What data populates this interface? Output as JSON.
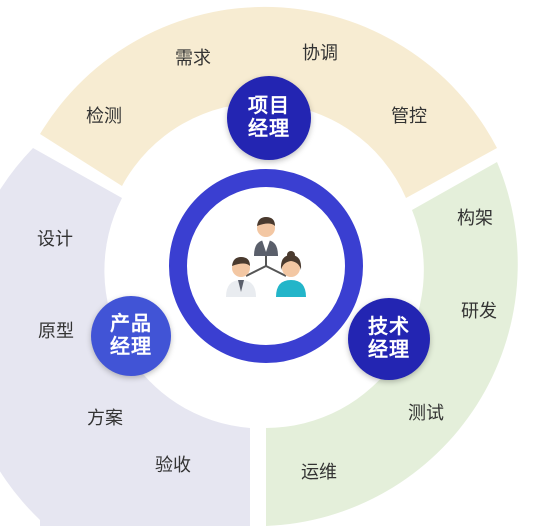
{
  "colors": {
    "top_sector": "#f7ecd2",
    "left_sector": "#e6e6f1",
    "right_sector": "#e4efda",
    "ring": "#3a3fd1",
    "role_dark": "#2325b2",
    "role_light": "#4154d6"
  },
  "center": {
    "icon": "team-people-icon"
  },
  "roles": {
    "project": {
      "line1": "项目",
      "line2": "经理"
    },
    "product": {
      "line1": "产品",
      "line2": "经理"
    },
    "tech": {
      "line1": "技术",
      "line2": "经理"
    }
  },
  "tags": {
    "xuqiu": "需求",
    "xietiao": "协调",
    "jiance": "检测",
    "guankong": "管控",
    "sheji": "设计",
    "yuanxing": "原型",
    "fangan": "方案",
    "yanshou": "验收",
    "goujia": "构架",
    "yanfa": "研发",
    "ceshi": "测试",
    "yunwei": "运维"
  }
}
